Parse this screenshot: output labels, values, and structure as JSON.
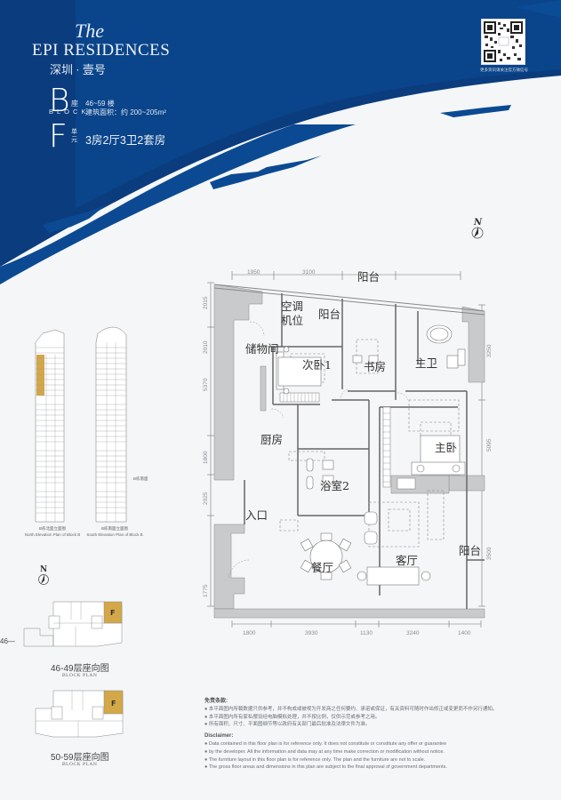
{
  "header": {
    "title_the": "The",
    "title_main": "EPI RESIDENCES",
    "title_sub": "深圳 · 壹号",
    "block_letter": "B",
    "block_char": "座",
    "block_word": "BLOCK",
    "block_floors": "46~59 楼",
    "block_area": "建筑面积：约 200~205m²",
    "unit_letter": "F",
    "unit_char_1": "单",
    "unit_char_2": "元",
    "unit_type": "3房2厅3卫2套房",
    "qr_caption": "更多资讯请关注官方微信号"
  },
  "colors": {
    "brand_blue": "#0b4a93",
    "brand_dark_blue": "#0a3c7e",
    "highlight_gold": "#d4a748",
    "background": "#f4f6f7",
    "wall_gray": "#c8cacc"
  },
  "floorplan": {
    "rooms": [
      {
        "name": "空调机位_1",
        "label": "空调"
      },
      {
        "name": "空调机位_2",
        "label": "机位"
      },
      {
        "name": "阳台_north",
        "label": "阳台"
      },
      {
        "name": "储物间",
        "label": "储物间"
      },
      {
        "name": "次卧1",
        "label": "次卧1"
      },
      {
        "name": "书房",
        "label": "书房"
      },
      {
        "name": "主卫",
        "label": "主卫"
      },
      {
        "name": "厨房",
        "label": "厨房"
      },
      {
        "name": "主卧",
        "label": "主卧"
      },
      {
        "name": "浴室2",
        "label": "浴室2"
      },
      {
        "name": "入口",
        "label": "入口"
      },
      {
        "name": "餐厅",
        "label": "餐厅"
      },
      {
        "name": "客厅",
        "label": "客厅"
      },
      {
        "name": "阳台_east",
        "label": "阳台"
      }
    ],
    "balcony_top_label": "阳台",
    "top_dims": [
      "1950",
      "3100"
    ],
    "bottom_dims": [
      "1800",
      "3930",
      "1130",
      "3240",
      "1400"
    ],
    "left_dims": [
      "2015",
      "2010",
      "5370",
      "1800",
      "2025",
      "1775"
    ],
    "right_dims": [
      "3250",
      "5095",
      "3500"
    ],
    "compass_label": "N"
  },
  "elevations": {
    "north_caption_cn": "B栋北面立面图",
    "north_caption_en": "North Elevation Plan of Block B",
    "south_caption_cn": "B栋南面立面图",
    "south_caption_en": "South Elevation Plan of Block B",
    "marker_label": "B栋南面"
  },
  "block_plans": [
    {
      "title": "46-49层座向图",
      "subtitle": "BLOCK PLAN",
      "unit": "F",
      "floor_marker": "46—"
    },
    {
      "title": "50-59层座向图",
      "subtitle": "BLOCK PLAN",
      "unit": "F"
    }
  ],
  "block_plan_compass": "N",
  "disclaimer": {
    "cn_head": "免责条款:",
    "cn_items": [
      "本平面图内所载数据只供参考，并不构成或被视为开发商之任何要约、承诺或保证，有关资料可随时作出修正或变更而不作另行通知。",
      "本平面图内所有家私摆设经电脑模拟处理，并不按比例，仅供示范或参考之用。",
      "所有面积、尺寸、平面图细节等以政府有关部门最后批准及法律文件为准。"
    ],
    "en_head": "Disclaimer:",
    "en_items": [
      "Data contained in this floor plan is for reference only. It does not constitute or constitute any offer or guarantee",
      "by the developer. All the information and data may at any time make correction or modification without notice.",
      "The furniture layout in this floor plan is for reference only. The plan and the furniture are not to scale.",
      "The gross floor areas and dimensions in this plan are subject to the final approval of government departments."
    ]
  }
}
